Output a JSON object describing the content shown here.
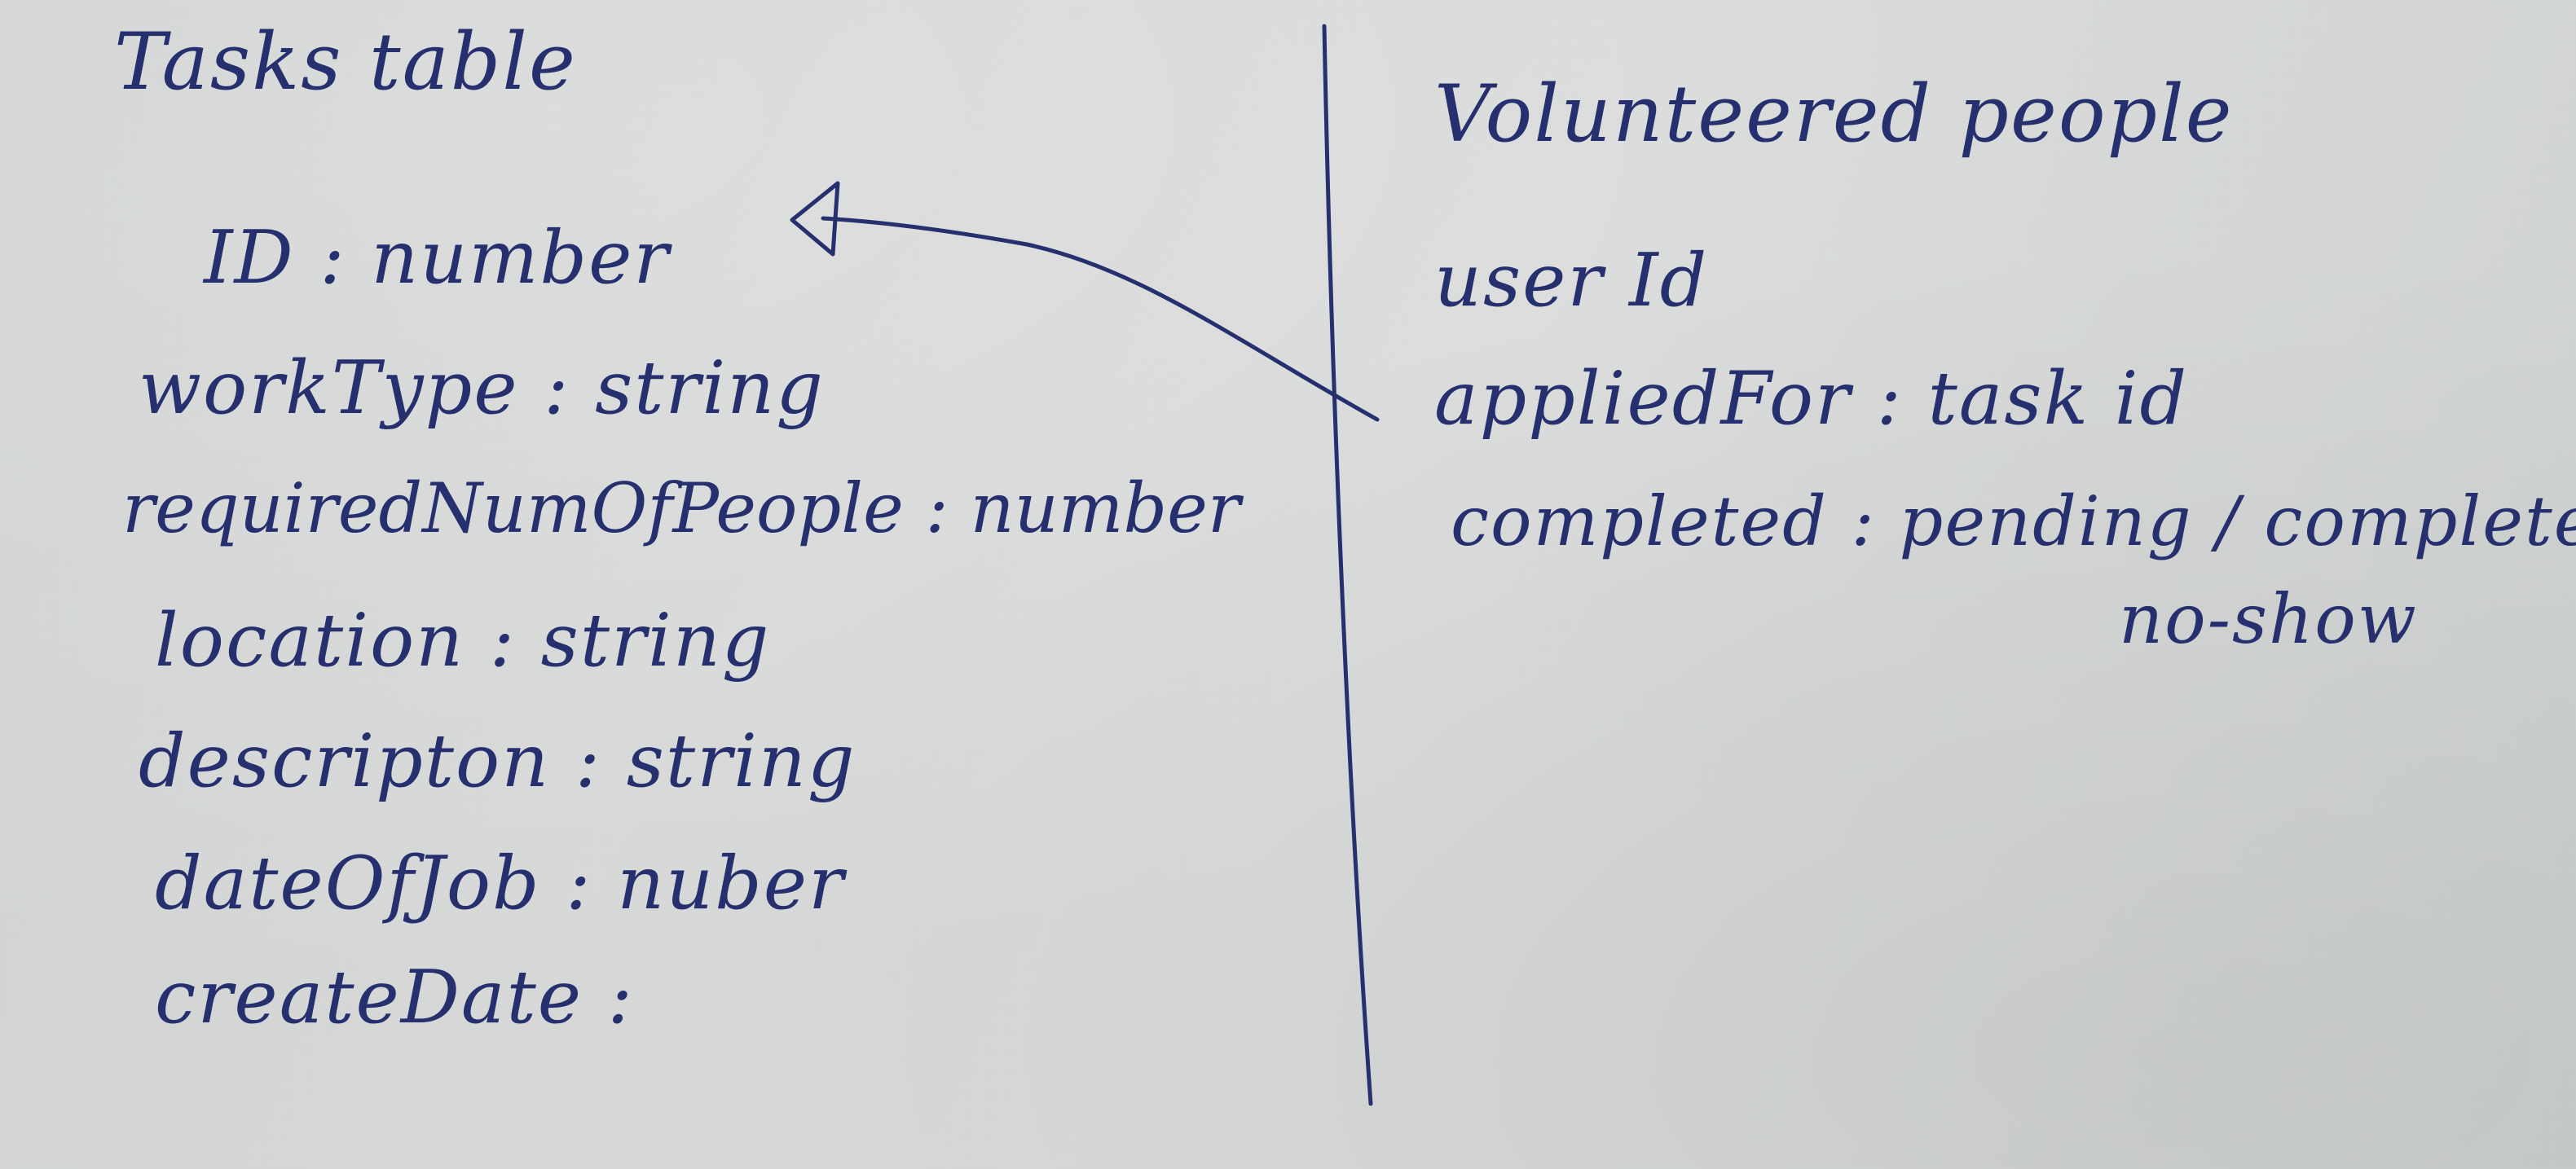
{
  "ink_color": "#26306e",
  "paper_color": "#d6d8d7",
  "tasks_table": {
    "title": "Tasks table",
    "fields": [
      "ID : number",
      "workType : string",
      "requiredNumOfPeople : number",
      "location : string",
      "descripton : string",
      "dateOfJob : nuber",
      "createDate :"
    ]
  },
  "volunteered_people": {
    "title": "Volunteered people",
    "fields": [
      "user Id",
      "appliedFor : task id",
      "completed : pending / complete"
    ],
    "status_extra": "no-show"
  },
  "relationship": {
    "from": "volunteered_people.appliedFor",
    "to": "tasks_table.ID",
    "arrowhead": "open-triangle"
  }
}
